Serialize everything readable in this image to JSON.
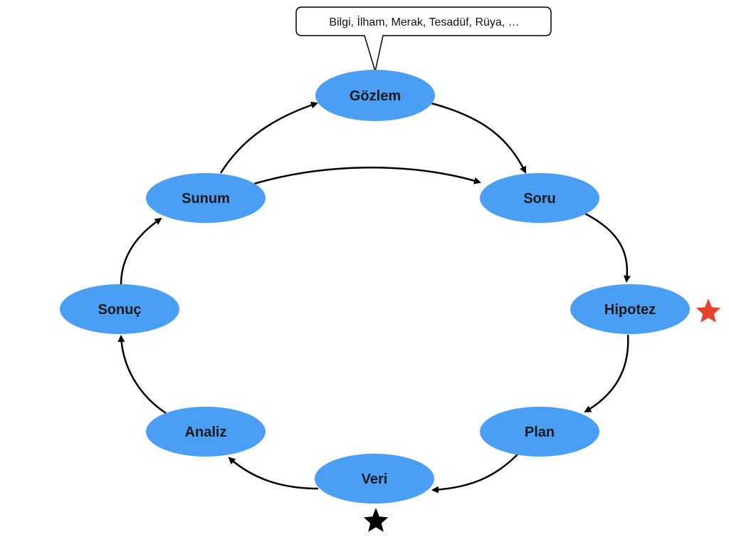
{
  "callout": {
    "text": "Bilgi, İlham, Merak, Tesadüf, Rüya, …"
  },
  "nodes": [
    {
      "id": "gozlem",
      "label": "Gözlem"
    },
    {
      "id": "soru",
      "label": "Soru"
    },
    {
      "id": "hipotez",
      "label": "Hipotez"
    },
    {
      "id": "plan",
      "label": "Plan"
    },
    {
      "id": "veri",
      "label": "Veri"
    },
    {
      "id": "analiz",
      "label": "Analiz"
    },
    {
      "id": "sonuc",
      "label": "Sonuç"
    },
    {
      "id": "sunum",
      "label": "Sunum"
    }
  ],
  "colors": {
    "node_fill": "#4a9ff5",
    "arrow": "#000000",
    "star_hipotez": "#e8412c",
    "star_veri": "#000000"
  },
  "markers": {
    "hipotez_star_icon": "star-icon",
    "veri_star_icon": "star-icon"
  }
}
